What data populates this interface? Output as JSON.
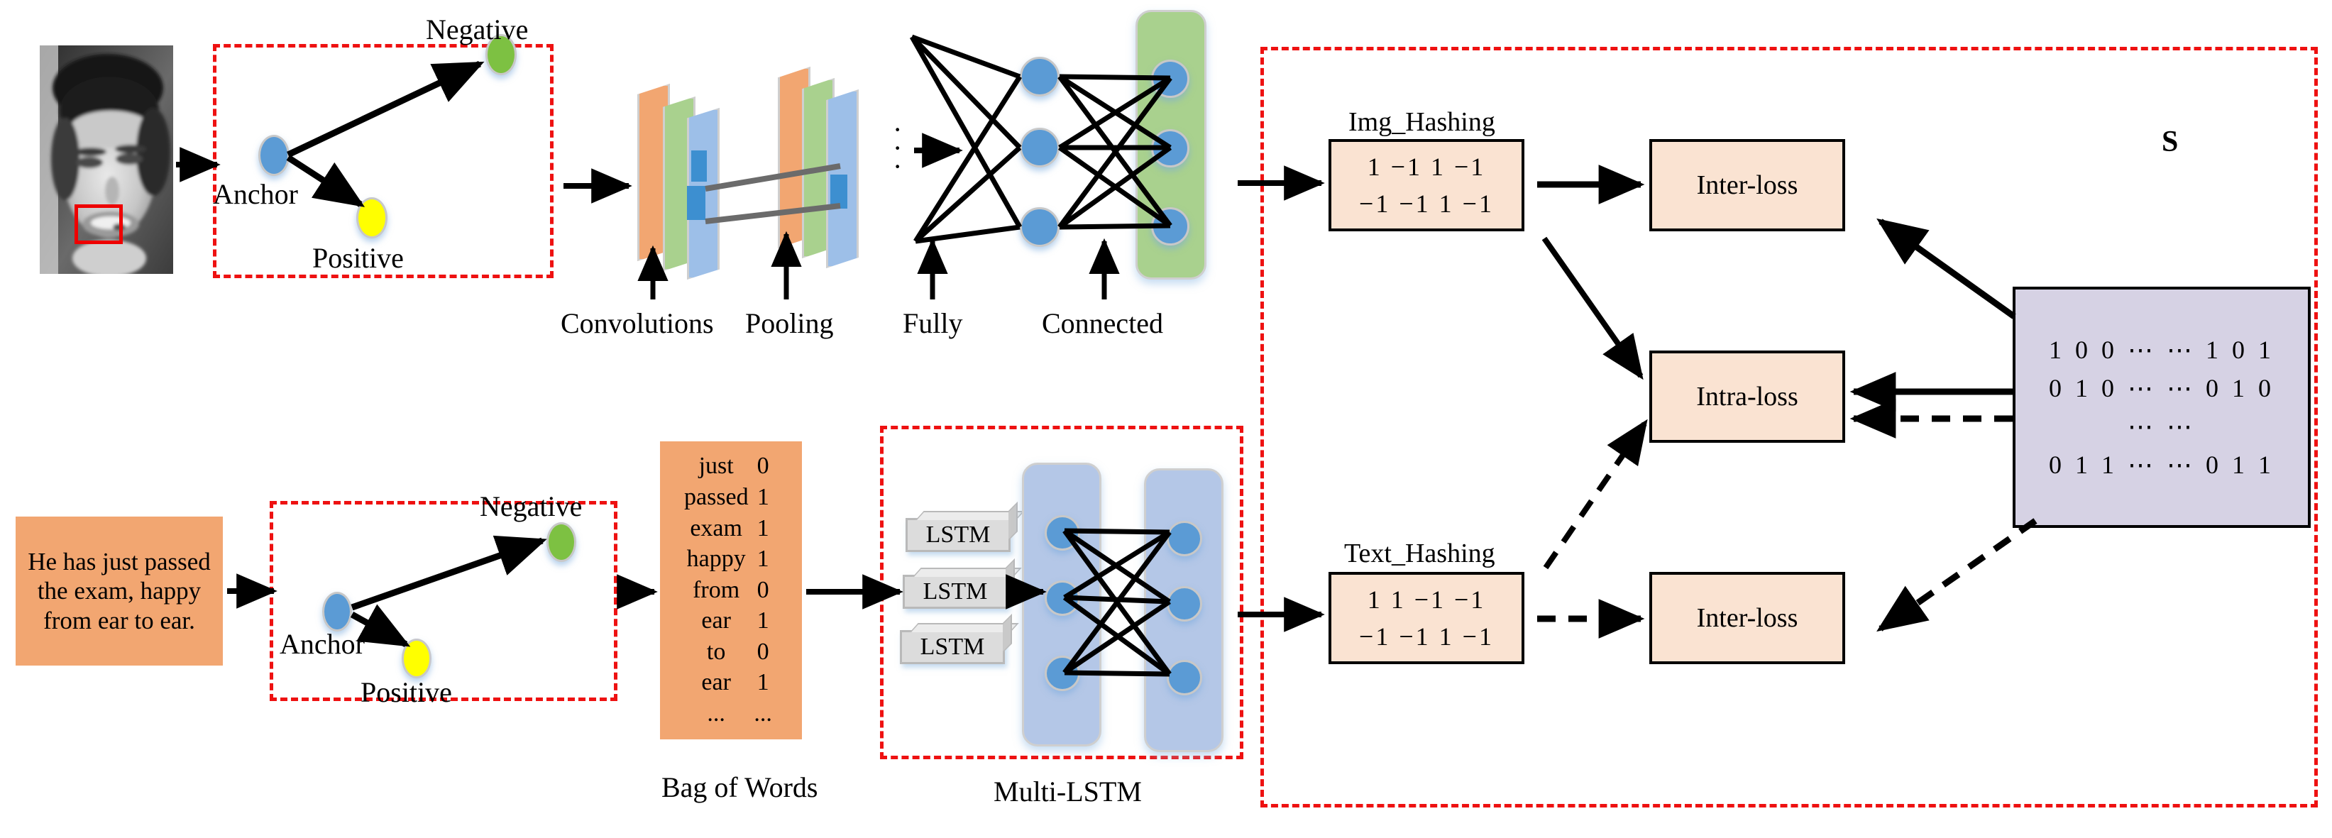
{
  "diagram": {
    "title": "Cross-modal deep hashing with triplet loss architecture",
    "image_branch": {
      "triplet": {
        "anchor": "Anchor",
        "positive": "Positive",
        "negative": "Negative"
      },
      "cnn_labels": [
        "Convolutions",
        "Pooling",
        "Fully",
        "Connected"
      ],
      "ellipsis": "⋅"
    },
    "text_branch": {
      "input_text": "He has just passed the exam, happy from ear to ear.",
      "triplet": {
        "anchor": "Anchor",
        "positive": "Positive",
        "negative": "Negative"
      },
      "bag_of_words_label": "Bag of Words",
      "bag_of_words": [
        {
          "word": "just",
          "value": "0"
        },
        {
          "word": "passed",
          "value": "1"
        },
        {
          "word": "exam",
          "value": "1"
        },
        {
          "word": "happy",
          "value": "1"
        },
        {
          "word": "from",
          "value": "0"
        },
        {
          "word": "ear",
          "value": "1"
        },
        {
          "word": "to",
          "value": "0"
        },
        {
          "word": "ear",
          "value": "1"
        },
        {
          "word": "...",
          "value": "..."
        }
      ],
      "multi_lstm_label": "Multi-LSTM",
      "lstm_cells": [
        "LSTM",
        "LSTM",
        "LSTM"
      ]
    },
    "hashing": {
      "img_label": "Img_Hashing",
      "img_rows": [
        "1  −1 1 −1",
        "−1  −1 1 −1"
      ],
      "text_label": "Text_Hashing",
      "text_rows": [
        "1  1 −1 −1",
        "−1 −1  1 −1"
      ]
    },
    "losses": {
      "inter_top": "Inter-loss",
      "intra": "Intra-loss",
      "inter_bottom": "Inter-loss"
    },
    "similarity": {
      "label": "S",
      "rows": [
        "1 0 0 ⋯ ⋯ 1 0 1",
        "0 1 0 ⋯ ⋯ 0 1 0",
        "⋯  ⋯",
        "0 1 1 ⋯ ⋯ 0 1 1"
      ]
    },
    "colors": {
      "dashed_red": "#ee1111",
      "peach_box": "#fae3d2",
      "lilac_box": "#d6d2e4",
      "orange_box": "#f2a671",
      "node_blue": "#5b9bd5",
      "pane_green": "#a9d18e",
      "pane_blue": "#b4c7e7",
      "anchor_blue": "#5b9bd5",
      "positive_yellow": "#ffff00",
      "negative_green": "#7dc142",
      "roi_red": "#ee0000"
    }
  }
}
